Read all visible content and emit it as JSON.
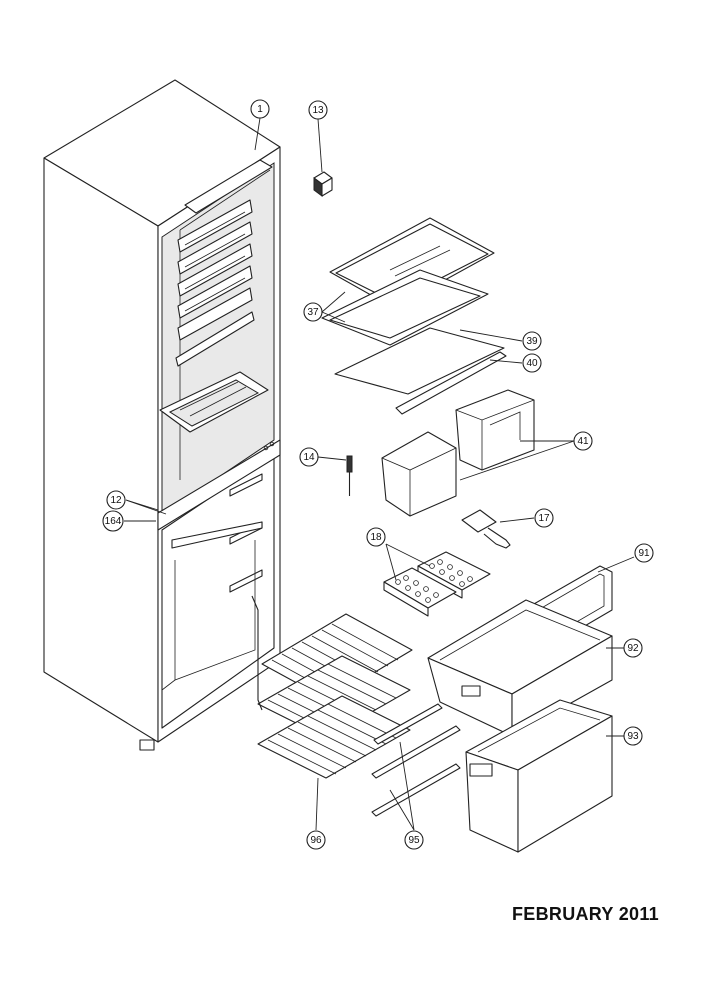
{
  "footer": {
    "date": "FEBRUARY 2011"
  },
  "callouts": [
    {
      "id": "c1",
      "label": "1"
    },
    {
      "id": "c13",
      "label": "13"
    },
    {
      "id": "c37",
      "label": "37"
    },
    {
      "id": "c39",
      "label": "39"
    },
    {
      "id": "c40",
      "label": "40"
    },
    {
      "id": "c41",
      "label": "41"
    },
    {
      "id": "c14",
      "label": "14"
    },
    {
      "id": "c17",
      "label": "17"
    },
    {
      "id": "c12",
      "label": "12"
    },
    {
      "id": "c164",
      "label": "164"
    },
    {
      "id": "c18",
      "label": "18"
    },
    {
      "id": "c91",
      "label": "91"
    },
    {
      "id": "c92",
      "label": "92"
    },
    {
      "id": "c93",
      "label": "93"
    },
    {
      "id": "c96",
      "label": "96"
    },
    {
      "id": "c95",
      "label": "95"
    }
  ]
}
